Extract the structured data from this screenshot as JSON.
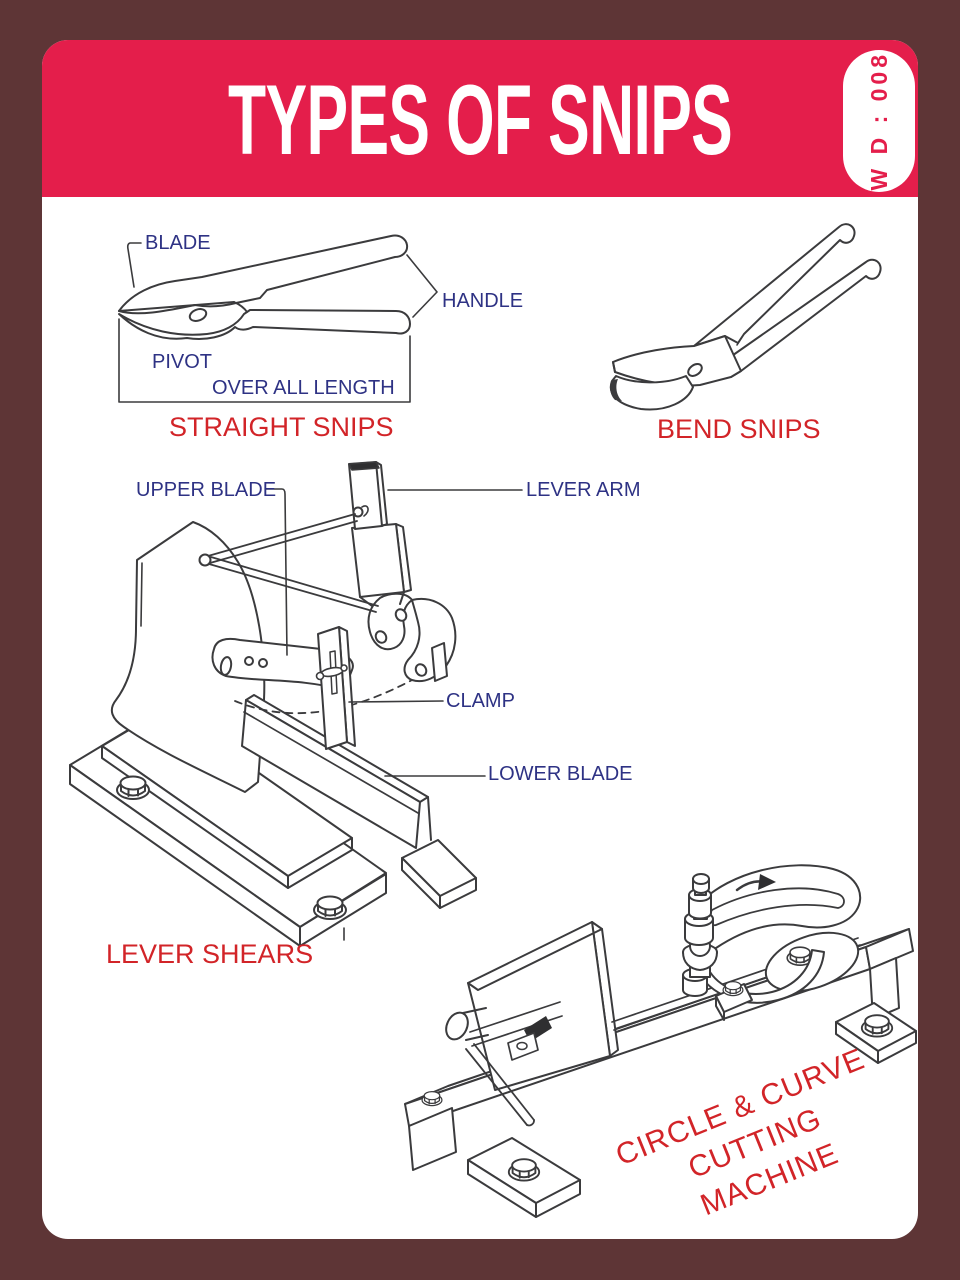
{
  "poster": {
    "title": "TYPES OF SNIPS",
    "badge_code": "W D : 008"
  },
  "straight_snips": {
    "caption": "STRAIGHT SNIPS",
    "label_blade": "BLADE",
    "label_handle": "HANDLE",
    "label_pivot": "PIVOT",
    "label_overall_length": "OVER ALL LENGTH"
  },
  "bend_snips": {
    "caption": "BEND SNIPS"
  },
  "lever_shears": {
    "caption": "LEVER SHEARS",
    "label_upper_blade": "UPPER BLADE",
    "label_lever_arm": "LEVER ARM",
    "label_clamp": "CLAMP",
    "label_lower_blade": "LOWER BLADE"
  },
  "circle_machine": {
    "caption_line1": "CIRCLE & CURVE CUTTING",
    "caption_line2": "MACHINE"
  },
  "colors": {
    "border_brown": "#5E3536",
    "header_red": "#E41E4B",
    "caption_red": "#D22428",
    "label_navy": "#2E3284",
    "line_ink": "#3B3B3D"
  }
}
